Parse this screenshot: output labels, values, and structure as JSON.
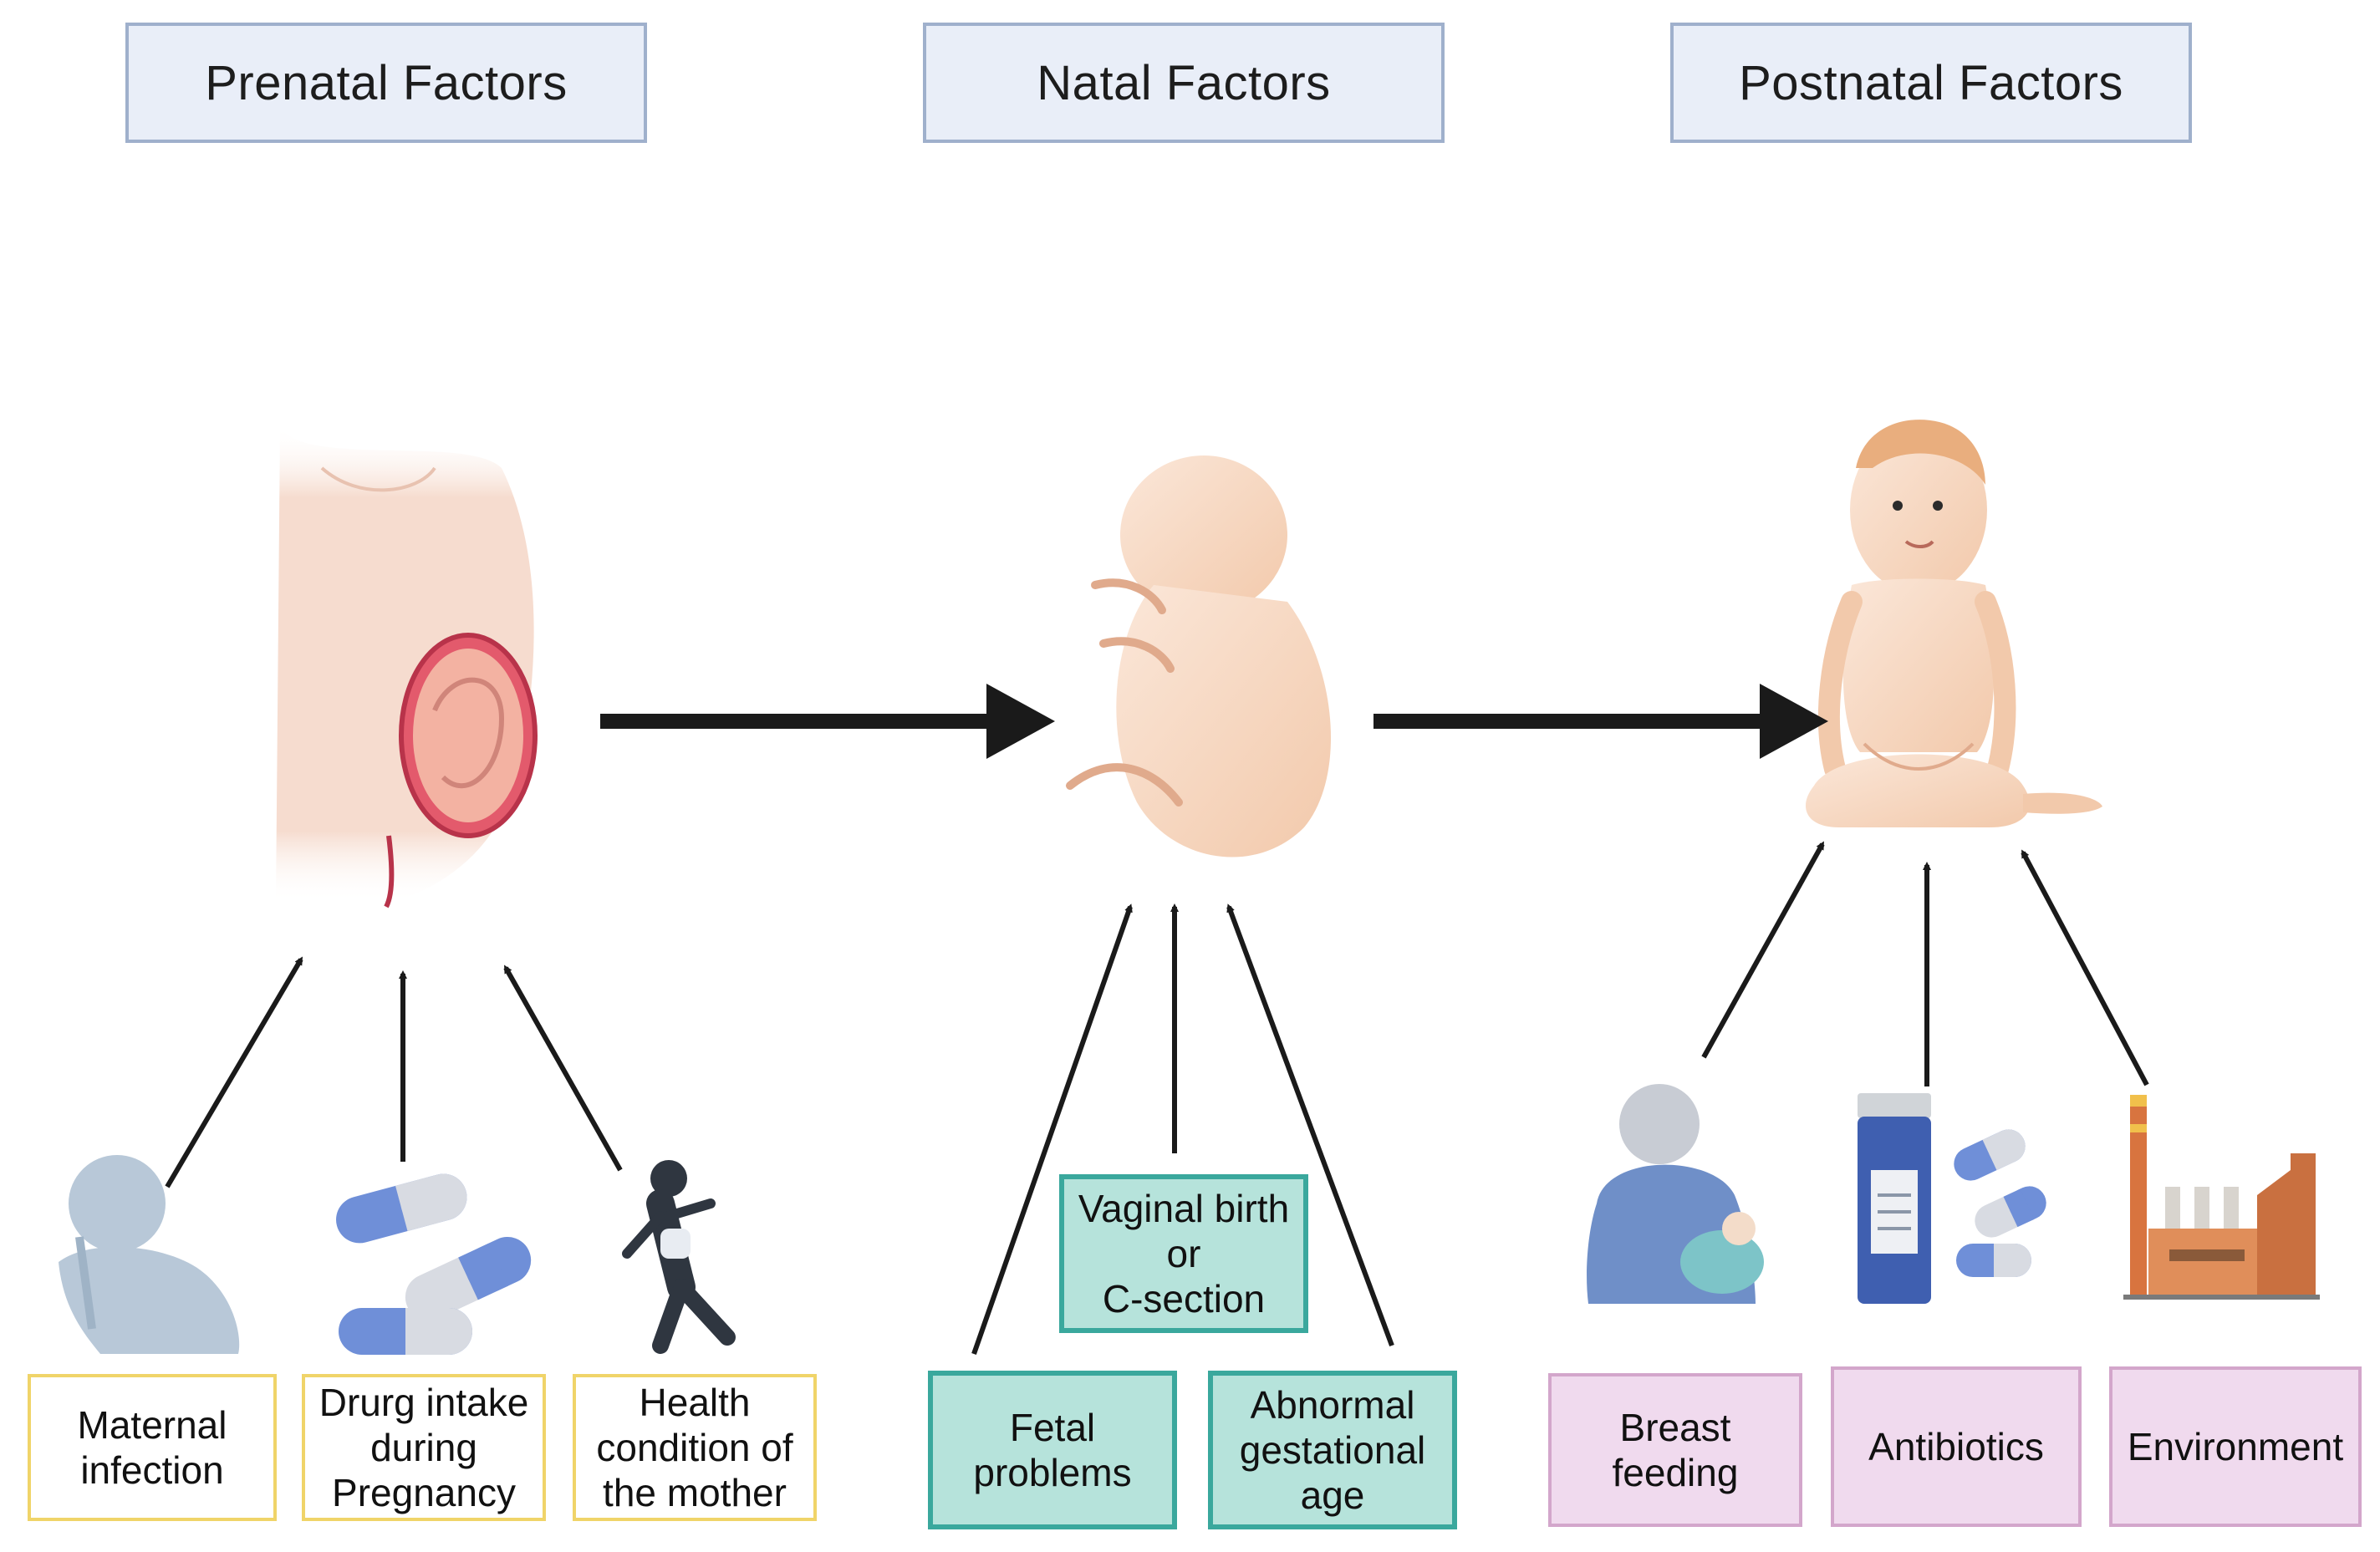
{
  "headers": {
    "prenatal": "Prenatal Factors",
    "natal": "Natal Factors",
    "postnatal": "Postnatal Factors"
  },
  "prenatal_factors": {
    "maternal_infection": "Maternal\ninfection",
    "drug_intake": "Drurg intake\nduring\nPregnancy",
    "health_condition": "Health\ncondition of\nthe mother"
  },
  "natal_factors": {
    "delivery_mode": "Vaginal birth\nor\nC-section",
    "fetal_problems": "Fetal\nproblems",
    "gestational_age": "Abnormal\ngestational\nage"
  },
  "postnatal_factors": {
    "breast_feeding": "Breast feeding",
    "antibiotics": "Antibiotics",
    "environment": "Environment"
  },
  "colors": {
    "header_fill": "#e9eef8",
    "prenatal_border": "#f0d469",
    "natal_fill": "#b6e3db",
    "natal_border": "#3aa89d",
    "postnatal_fill": "#f0daee",
    "postnatal_border": "#d3a6cb",
    "arrow": "#1a1a1a"
  },
  "icons": [
    "pregnant-belly-icon",
    "fetus-icon",
    "baby-sitting-icon",
    "sick-person-icon",
    "capsules-icon",
    "runner-icon",
    "breastfeeding-mother-icon",
    "medicine-bottle-icon",
    "factory-icon"
  ]
}
